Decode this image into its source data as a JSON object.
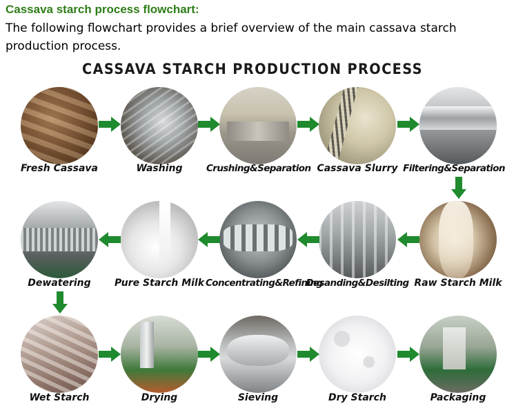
{
  "header": {
    "heading": "Cassava starch process flowchart:",
    "intro": "The following flowchart provides a brief overview of the main cassava starch production process."
  },
  "flowchart": {
    "title": "CASSAVA STARCH PRODUCTION PROCESS",
    "arrow_color": "#1f8a2e",
    "steps": [
      "Fresh Cassava",
      "Washing",
      "Crushing&Separation",
      "Cassava Slurry",
      "Filtering&Separation",
      "Raw Starch Milk",
      "Desanding&Desilting",
      "Concentrating&Refining",
      "Pure Starch Milk",
      "Dewatering",
      "Wet Starch",
      "Drying",
      "Sieving",
      "Dry Starch",
      "Packaging"
    ]
  }
}
